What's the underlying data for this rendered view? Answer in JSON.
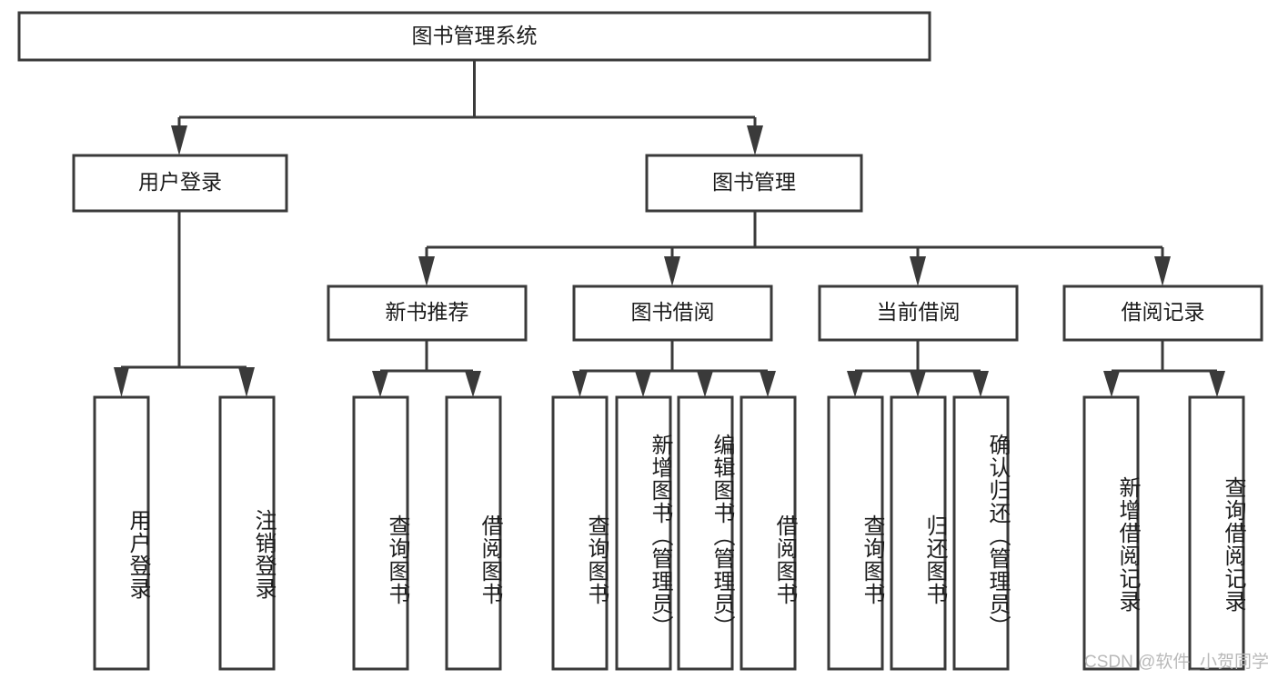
{
  "diagram": {
    "title": "图书管理系统",
    "type": "tree-hierarchy-diagram",
    "watermark": "CSDN @软件_小贺同学",
    "colors": {
      "stroke": "#3a3a3a",
      "fill": "#ffffff",
      "text": "#1c1c1c",
      "watermark": "#b9b9b9"
    },
    "root": {
      "label": "图书管理系统"
    },
    "level2": [
      {
        "label": "用户登录"
      },
      {
        "label": "图书管理"
      }
    ],
    "level3": [
      {
        "label": "新书推荐"
      },
      {
        "label": "图书借阅"
      },
      {
        "label": "当前借阅"
      },
      {
        "label": "借阅记录"
      }
    ],
    "leaves": {
      "user_login": [
        {
          "label": "用户登录"
        },
        {
          "label": "注销登录"
        }
      ],
      "new_book_recommend": [
        {
          "label": "查询图书"
        },
        {
          "label": "借阅图书"
        }
      ],
      "book_borrow": [
        {
          "label": "查询图书"
        },
        {
          "label": "新增图书（管理员）"
        },
        {
          "label": "编辑图书（管理员）"
        },
        {
          "label": "借阅图书"
        }
      ],
      "current_borrow": [
        {
          "label": "查询图书"
        },
        {
          "label": "归还图书"
        },
        {
          "label": "确认归还（管理员）"
        }
      ],
      "borrow_record": [
        {
          "label": "新增借阅记录"
        },
        {
          "label": "查询借阅记录"
        }
      ]
    }
  }
}
